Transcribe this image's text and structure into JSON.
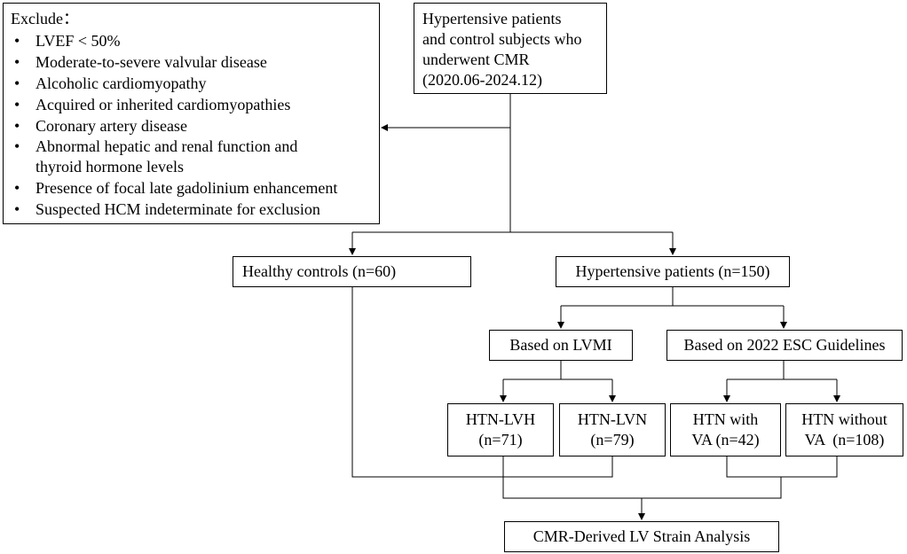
{
  "exclusion": {
    "heading": "Exclude：",
    "items": [
      [
        "LVEF < 50%"
      ],
      [
        "Moderate-to-severe valvular disease"
      ],
      [
        "Alcoholic cardiomyopathy"
      ],
      [
        "Acquired or inherited cardiomyopathies"
      ],
      [
        "Coronary artery disease"
      ],
      [
        "Abnormal hepatic and renal function and",
        "thyroid hormone levels"
      ],
      [
        "Presence of focal late gadolinium enhancement"
      ],
      [
        "Suspected HCM indeterminate for exclusion"
      ]
    ]
  },
  "source": {
    "lines": [
      "Hypertensive patients",
      "and control subjects who",
      "underwent CMR",
      "(2020.06-2024.12)"
    ]
  },
  "groups": {
    "healthy": "Healthy controls (n=60)",
    "hypertensive": "Hypertensive patients (n=150)"
  },
  "classification": {
    "lvmi": "Based on LVMI",
    "esc": "Based on 2022 ESC Guidelines"
  },
  "subgroups": {
    "lvh": [
      "HTN-LVH",
      "(n=71)"
    ],
    "lvn": [
      "HTN-LVN",
      "(n=79)"
    ],
    "va": [
      "HTN with",
      "VA (n=42)"
    ],
    "no_va": [
      "HTN without",
      "VA  (n=108)"
    ]
  },
  "outcome": "CMR-Derived LV Strain Analysis"
}
